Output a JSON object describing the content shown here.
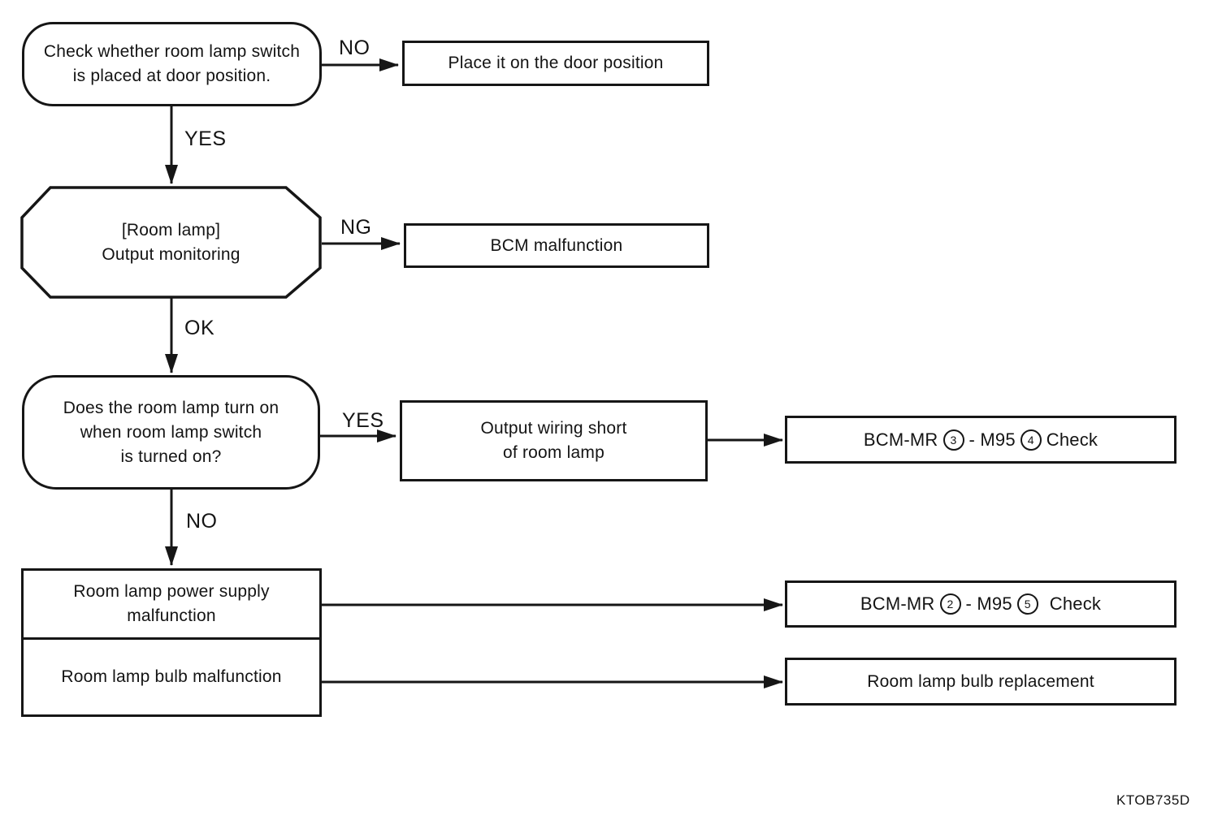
{
  "diagram": {
    "nodes": {
      "check_switch": {
        "lines": [
          "Check whether room lamp switch",
          "is placed at door position."
        ]
      },
      "place_door": {
        "lines": [
          "Place it on the door position"
        ]
      },
      "output_monitoring": {
        "lines": [
          "[Room lamp]",
          "Output monitoring"
        ]
      },
      "bcm_malfunction": {
        "lines": [
          "BCM malfunction"
        ]
      },
      "room_lamp_turn_on": {
        "lines": [
          "Does the room lamp turn on",
          "when room lamp switch",
          "is turned on?"
        ]
      },
      "output_wiring_short": {
        "lines": [
          "Output wiring short",
          "of room lamp"
        ]
      },
      "bcm_mr_check_upper": {
        "prefix": "BCM-MR",
        "pin_a": "3",
        "mid": "- M95",
        "pin_b": "4",
        "suffix": "Check"
      },
      "power_supply_malfunction": {
        "lines": [
          "Room lamp power supply",
          "malfunction"
        ]
      },
      "bulb_malfunction": {
        "lines": [
          "Room lamp bulb malfunction"
        ]
      },
      "bcm_mr_check_lower": {
        "prefix": "BCM-MR",
        "pin_a": "2",
        "mid": "- M95",
        "pin_b": "5",
        "suffix": "Check"
      },
      "bulb_replacement": {
        "lines": [
          "Room lamp bulb replacement"
        ]
      }
    },
    "edge_labels": {
      "no_top": "NO",
      "yes_top": "YES",
      "ng": "NG",
      "ok": "OK",
      "yes_mid": "YES",
      "no_mid": "NO"
    },
    "figure_code": "KTOB735D",
    "colors": {
      "ink": "#141414",
      "background": "#ffffff"
    }
  }
}
